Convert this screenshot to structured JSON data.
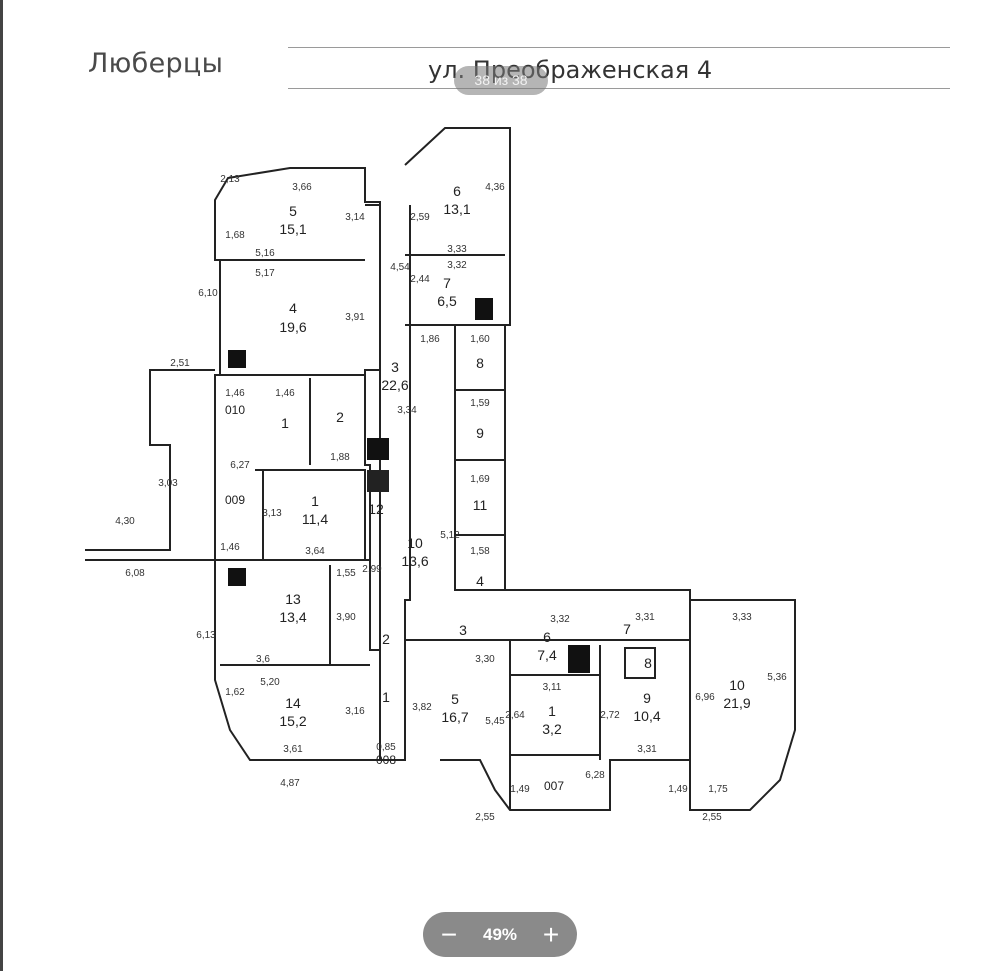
{
  "header": {
    "city": "Люберцы",
    "street": "ул. Преображенская 4"
  },
  "viewer": {
    "page_counter": "38 из 38",
    "zoom_out": "−",
    "zoom_value": "49%",
    "zoom_in": "+"
  },
  "plan_labels": {
    "r5_num": "5",
    "r5_area": "15,1",
    "r4_num": "4",
    "r4_area": "19,6",
    "r3_num": "3",
    "r3_area": "22,6",
    "r6_num": "6",
    "r6_area": "13,1",
    "r7_num": "7",
    "r7_area": "6,5",
    "r8_num": "8",
    "r9_num": "9",
    "r11_num": "11",
    "r4b_num": "4",
    "r1a_num": "1",
    "r2a_num": "2",
    "r1_num": "1",
    "r1_area": "11,4",
    "r12_num": "12",
    "r10_num": "10",
    "r10_area": "13,6",
    "r13_num": "13",
    "r13_area": "13,4",
    "r14_num": "14",
    "r14_area": "15,2",
    "r2b_num": "2",
    "r1b_num": "1",
    "r3b_num": "3",
    "r5b_num": "5",
    "r5b_area": "16,7",
    "r6b_num": "6",
    "r6b_area": "7,4",
    "r7b_num": "7",
    "r8b_num": "8",
    "r1c_num": "1",
    "r1c_area": "3,2",
    "r9b_num": "9",
    "r9b_area": "10,4",
    "r10b_num": "10",
    "r10b_area": "21,9",
    "apt_010": "010",
    "apt_009": "009",
    "apt_008": "008",
    "apt_007": "007",
    "d_366": "3,66",
    "d_213": "2,13",
    "d_314": "3,14",
    "d_168": "1,68",
    "d_516": "5,16",
    "d_517": "5,17",
    "d_610": "6,10",
    "d_391": "3,91",
    "d_251": "2,51",
    "d_146a": "1,46",
    "d_146b": "1,46",
    "d_188": "1,88",
    "d_627": "6,27",
    "d_303": "3,03",
    "d_430": "4,30",
    "d_313": "3,13",
    "d_364": "3,64",
    "d_146c": "1,46",
    "d_608": "6,08",
    "d_155": "1,55",
    "d_390": "3,90",
    "d_613": "6,13",
    "d_36": "3,6",
    "d_520": "5,20",
    "d_162": "1,62",
    "d_316": "3,16",
    "d_361": "3,61",
    "d_487": "4,87",
    "d_085": "0,85",
    "d_436": "4,36",
    "d_259": "2,59",
    "d_333": "3,33",
    "d_332": "3,32",
    "d_244": "2,44",
    "d_454": "4,54",
    "d_186": "1,86",
    "d_160": "1,60",
    "d_159": "1,59",
    "d_169": "1,69",
    "d_158": "1,58",
    "d_512": "5,12",
    "d_334": "3,34",
    "d_299": "2,99",
    "d_332b": "3,32",
    "d_331": "3,31",
    "d_333b": "3,33",
    "d_330": "3,30",
    "d_382": "3,82",
    "d_545": "5,45",
    "d_311": "3,11",
    "d_264": "2,64",
    "d_272": "2,72",
    "d_331b": "3,31",
    "d_696": "6,96",
    "d_536": "5,36",
    "d_175": "1,75",
    "d_149a": "1,49",
    "d_149b": "1,49",
    "d_628": "6,28",
    "d_255a": "2,55",
    "d_255b": "2,55"
  }
}
